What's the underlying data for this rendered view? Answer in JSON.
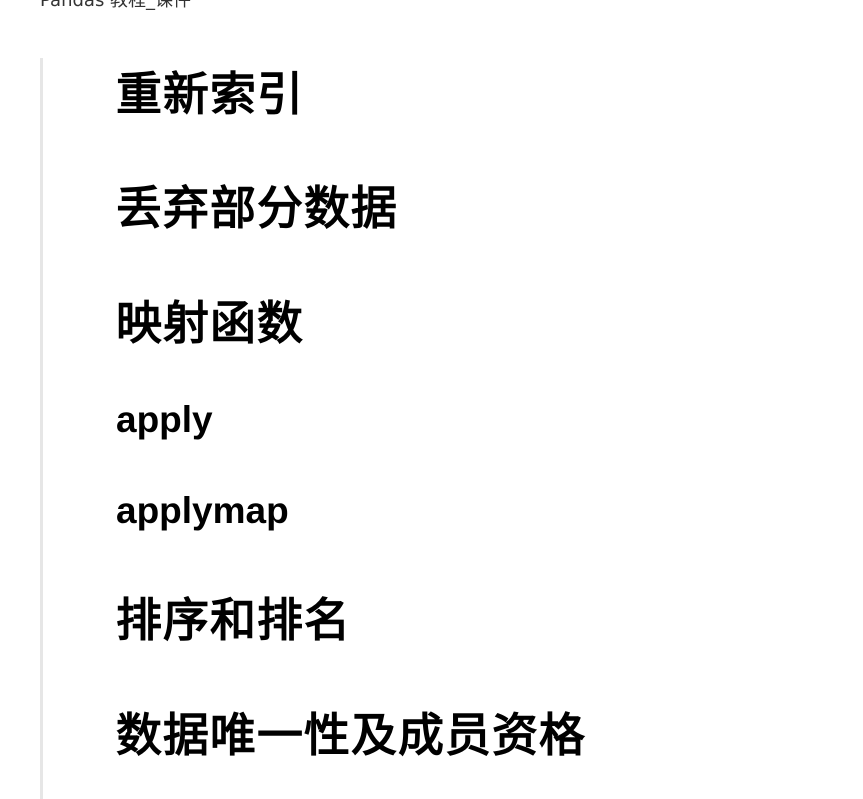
{
  "doc": {
    "header": "Pandas 教程_课件"
  },
  "outline": {
    "items": [
      {
        "text": "重新索引"
      },
      {
        "text": "丢弃部分数据"
      },
      {
        "text": "映射函数"
      },
      {
        "text": "apply"
      },
      {
        "text": "applymap"
      },
      {
        "text": "排序和排名"
      },
      {
        "text": "数据唯一性及成员资格"
      }
    ]
  }
}
